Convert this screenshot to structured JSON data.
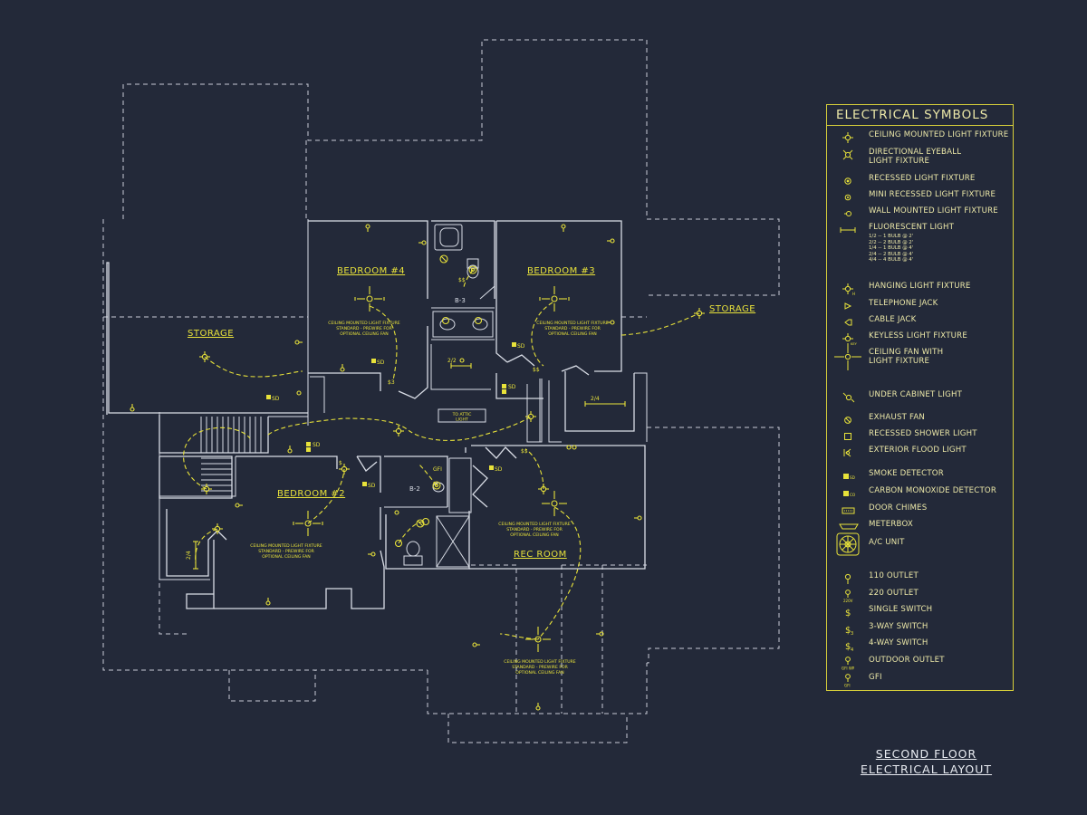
{
  "plan": {
    "rooms": [
      {
        "id": "bedroom4",
        "label": "BEDROOM #4"
      },
      {
        "id": "bedroom3",
        "label": "BEDROOM #3"
      },
      {
        "id": "bedroom2",
        "label": "BEDROOM #2"
      },
      {
        "id": "rec_room",
        "label": "REC ROOM"
      },
      {
        "id": "storage_left",
        "label": "STORAGE"
      },
      {
        "id": "storage_right",
        "label": "STORAGE"
      },
      {
        "id": "bath_b3",
        "label": "B-3"
      },
      {
        "id": "bath_b2",
        "label": "B-2"
      }
    ],
    "fixture_note": "CEILING MOUNTED LIGHT FIXTURE\nSTANDARD - PREWIRE FOR\nOPTIONAL CEILING FAN",
    "attic_note": "TO ATTIC\nLIGHT",
    "device_tags": {
      "sd": "SD",
      "sd_co": "SD\nCO",
      "gfi": "GFI",
      "switch_single": "$",
      "switch_double": "$$",
      "switch_3way": "$3",
      "dim_24": "2/4",
      "dim_22": "2/2",
      "dim_24b": "2/4"
    }
  },
  "legend": {
    "title": "ELECTRICAL SYMBOLS",
    "items": [
      {
        "icon": "ceiling-light-icon",
        "label": "CEILING MOUNTED LIGHT FIXTURE"
      },
      {
        "icon": "eyeball-light-icon",
        "label": "DIRECTIONAL EYEBALL\nLIGHT FIXTURE"
      },
      {
        "icon": "recessed-light-icon",
        "label": "RECESSED LIGHT FIXTURE"
      },
      {
        "icon": "mini-recessed-light-icon",
        "label": "MINI RECESSED LIGHT FIXTURE"
      },
      {
        "icon": "wall-light-icon",
        "label": "WALL MOUNTED LIGHT FIXTURE"
      },
      {
        "icon": "fluorescent-light-icon",
        "label": "FLUORESCENT LIGHT",
        "sub": "1/2  -- 1 BULB @ 2'\n2/2  -- 2 BULB @ 2'\n1/4  -- 1 BULB @ 4'\n2/4  -- 2 BULB @ 4'\n4/4  -- 4 BULB @ 4'"
      },
      {
        "icon": "hanging-light-icon",
        "label": "HANGING LIGHT FIXTURE"
      },
      {
        "icon": "telephone-jack-icon",
        "label": "TELEPHONE JACK"
      },
      {
        "icon": "cable-jack-icon",
        "label": "CABLE JACK"
      },
      {
        "icon": "keyless-light-icon",
        "label": "KEYLESS LIGHT FIXTURE"
      },
      {
        "icon": "ceiling-fan-icon",
        "label": "CEILING FAN WITH\nLIGHT FIXTURE"
      },
      {
        "icon": "under-cabinet-light-icon",
        "label": "UNDER CABINET LIGHT"
      },
      {
        "icon": "exhaust-fan-icon",
        "label": "EXHAUST FAN"
      },
      {
        "icon": "recessed-shower-light-icon",
        "label": "RECESSED SHOWER LIGHT"
      },
      {
        "icon": "exterior-flood-light-icon",
        "label": "EXTERIOR FLOOD LIGHT"
      },
      {
        "icon": "smoke-detector-icon",
        "label": "SMOKE DETECTOR"
      },
      {
        "icon": "co-detector-icon",
        "label": "CARBON MONOXIDE DETECTOR"
      },
      {
        "icon": "door-chimes-icon",
        "label": "DOOR CHIMES"
      },
      {
        "icon": "meterbox-icon",
        "label": "METERBOX"
      },
      {
        "icon": "ac-unit-icon",
        "label": "A/C UNIT"
      },
      {
        "icon": "outlet-110-icon",
        "label": "110 OUTLET"
      },
      {
        "icon": "outlet-220-icon",
        "label": "220 OUTLET"
      },
      {
        "icon": "single-switch-icon",
        "label": "SINGLE SWITCH"
      },
      {
        "icon": "three-way-switch-icon",
        "label": "3-WAY SWITCH"
      },
      {
        "icon": "four-way-switch-icon",
        "label": "4-WAY SWITCH"
      },
      {
        "icon": "outdoor-outlet-icon",
        "label": "OUTDOOR OUTLET"
      },
      {
        "icon": "gfi-outlet-icon",
        "label": "GFI"
      }
    ],
    "sym_tags": {
      "sd": "SD",
      "co": "CO",
      "k": "KEY",
      "h": "H",
      "v220": "220V",
      "gfi_wp": "GFI WP",
      "gfi": "GFI"
    }
  },
  "title_block": {
    "line1": "SECOND FLOOR",
    "line2": "ELECTRICAL LAYOUT"
  },
  "colors": {
    "background": "#232939",
    "walls": "#d9dde6",
    "electrical": "#e8e23a",
    "legend_border": "#d6cf3a"
  }
}
